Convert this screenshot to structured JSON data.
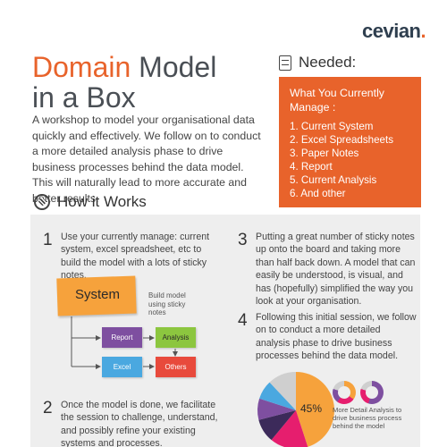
{
  "brand": {
    "name": "cevian",
    "dot": "."
  },
  "title": {
    "word1": "Domain",
    "word2": "Model",
    "line2": "in a Box"
  },
  "intro": "A workshop to model your organisational data quickly and effectively. We follow on to conduct a more detailed analysis phase to drive business processes behind the data model. This will naturally lead to more accurate and better results.",
  "needed": {
    "heading": "Needed:",
    "box_title": "What You Currently Manage :",
    "items": [
      "1. Current System",
      "2. Excel Spreadsheets",
      "3. Paper Notes",
      "4. Report",
      "5. Current Analysis",
      "6. And other"
    ]
  },
  "how": {
    "heading": "How it Works"
  },
  "steps": [
    {
      "num": "1",
      "text": "Use your currently manage: current system, excel spreadsheet, etc to build the model with a lots of sticky notes."
    },
    {
      "num": "2",
      "text": "Once the model is done, we facilitate the session to challenge, understand, and possibly refine your existing systems and processes."
    },
    {
      "num": "3",
      "text": "Putting a great number of sticky notes up onto the board and taking more than half back down. A model that can easily be understood, is visual, and has (hopefully) simplified the way you look at your organisation."
    },
    {
      "num": "4",
      "text": "Following this initial session, we follow on to conduct a more detailed analysis phase to drive business processes behind the data model."
    }
  ],
  "diagram": {
    "system": "System",
    "note": "Build model using sticky notes",
    "notes": [
      "Report",
      "Analysis",
      "Excel",
      "Others"
    ],
    "colors": {
      "system": "#f6a23c",
      "report": "#7e4fa0",
      "analysis": "#8cc63f",
      "excel": "#4aa8e0",
      "others": "#e84a3c"
    }
  },
  "pie": {
    "label": "45%",
    "note": "More Detail Analysis to drive business process behind the model",
    "chart_data": {
      "type": "pie",
      "values": [
        45,
        16,
        10,
        9,
        8,
        12
      ],
      "colors": [
        "#f6a23c",
        "#e61e6e",
        "#3c2a5a",
        "#7e4fa0",
        "#4aa8e0",
        "#cfcfcf"
      ]
    }
  },
  "colors": {
    "accent": "#e8632b",
    "panel": "#eeeeee",
    "dark": "#4a4f55"
  }
}
